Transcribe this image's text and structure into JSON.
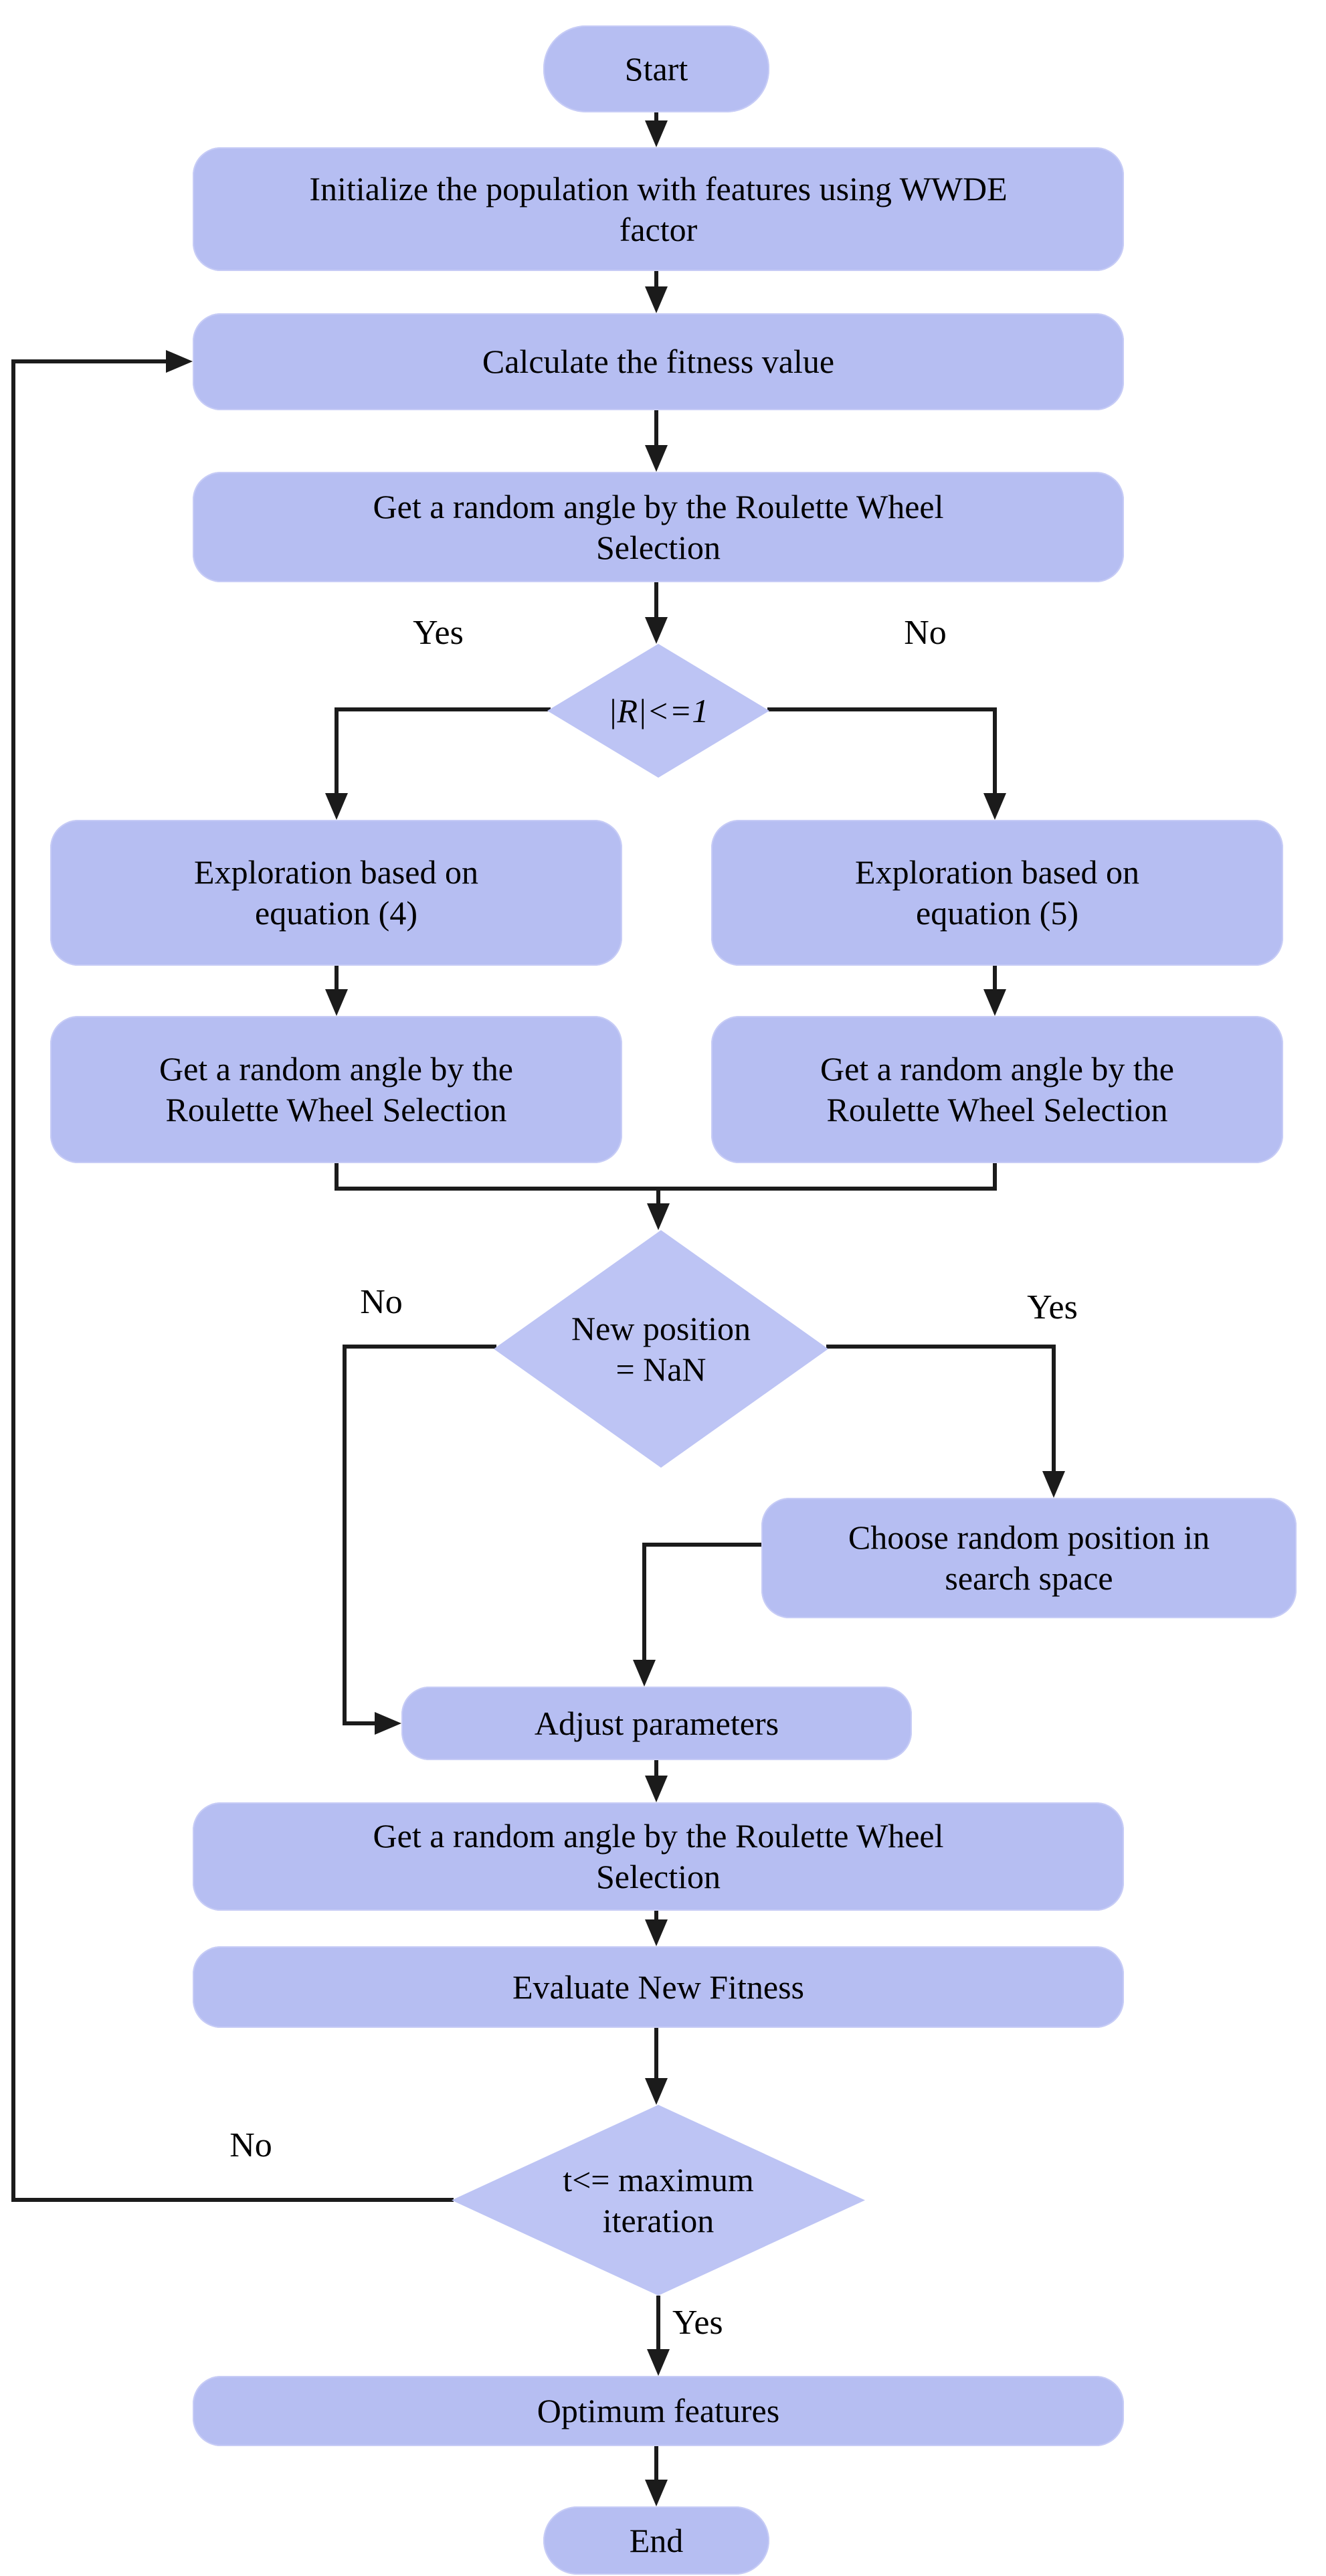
{
  "diagram": {
    "type": "flowchart",
    "colors": {
      "node_fill": "#b6bef2",
      "diamond_fill": "#bdc4f4",
      "line": "#1b1b1b",
      "text": "#000000",
      "background": "#ffffff"
    },
    "nodes": {
      "start": {
        "type": "terminator",
        "label": "Start"
      },
      "initialize": {
        "type": "process",
        "label": "Initialize the population with features using WWDE factor"
      },
      "calculate_fitness": {
        "type": "process",
        "label": "Calculate the fitness value"
      },
      "roulette_top": {
        "type": "process",
        "label": "Get a random angle by the Roulette Wheel Selection"
      },
      "r_condition": {
        "type": "decision",
        "label": "|R|<=1"
      },
      "exploration_eq4": {
        "type": "process",
        "label": "Exploration based on equation (4)"
      },
      "exploration_eq5": {
        "type": "process",
        "label": "Exploration based on equation (5)"
      },
      "roulette_left": {
        "type": "process",
        "label": "Get a random angle by the Roulette Wheel Selection"
      },
      "roulette_right": {
        "type": "process",
        "label": "Get a random angle by the Roulette Wheel Selection"
      },
      "nan_condition": {
        "type": "decision",
        "label": "New position = NaN"
      },
      "choose_random": {
        "type": "process",
        "label": "Choose random position in search space"
      },
      "adjust_parameters": {
        "type": "process",
        "label": "Adjust parameters"
      },
      "roulette_bottom": {
        "type": "process",
        "label": "Get a random angle by the Roulette Wheel Selection"
      },
      "evaluate_fitness": {
        "type": "process",
        "label": "Evaluate New Fitness"
      },
      "iteration_condition": {
        "type": "decision",
        "label": "t<= maximum iteration"
      },
      "optimum_features": {
        "type": "process",
        "label": "Optimum features"
      },
      "end": {
        "type": "terminator",
        "label": "End"
      }
    },
    "edge_labels": {
      "r_yes": "Yes",
      "r_no": "No",
      "nan_no": "No",
      "nan_yes": "Yes",
      "iteration_no": "No",
      "iteration_yes": "Yes"
    }
  }
}
